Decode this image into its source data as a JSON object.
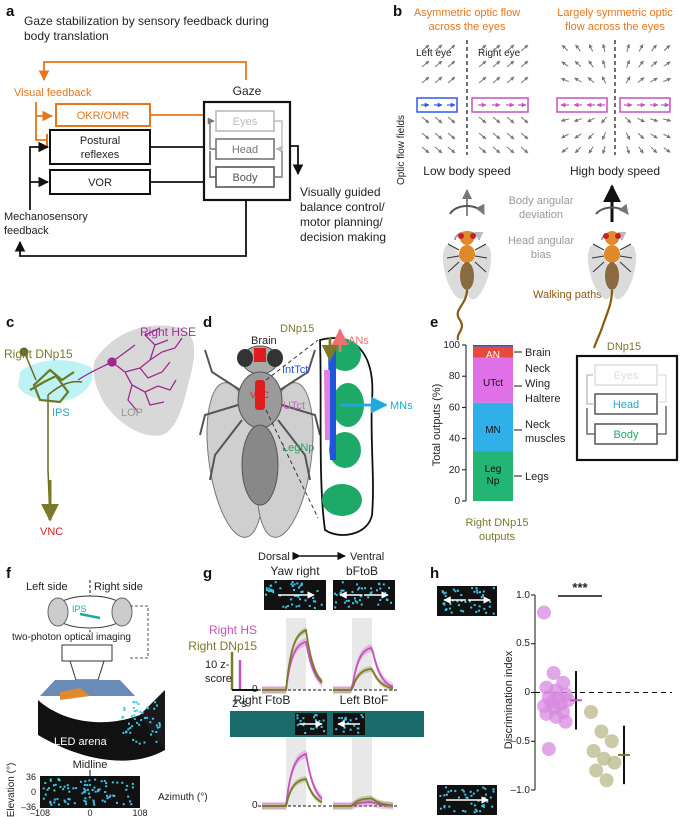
{
  "colors": {
    "orange": "#e8751a",
    "magenta": "#c850c0",
    "olive": "#7a7a2a",
    "teal": "#1a6b6b",
    "cyan": "#2fb8d8",
    "green": "#22b573",
    "blue": "#2255dd",
    "red": "#e01d1d"
  },
  "panel_a": {
    "label": "a",
    "title_line1": "Gaze stabilization by sensory feedback during",
    "title_line2": "body translation",
    "visual_feedback": "Visual feedback",
    "okr_omr": "OKR/OMR",
    "postural_1": "Postural",
    "postural_2": "reflexes",
    "vor": "VOR",
    "gaze": "Gaze",
    "eyes": "Eyes",
    "head": "Head",
    "body": "Body",
    "mechano_1": "Mechanosensory",
    "mechano_2": "feedback",
    "output_1": "Visually guided",
    "output_2": "balance control/",
    "output_3": "motor planning/",
    "output_4": "decision making"
  },
  "panel_b": {
    "label": "b",
    "asym_1": "Asymmetric optic flow",
    "asym_2": "across the eyes",
    "sym_1": "Largely symmetric optic",
    "sym_2": "flow across the eyes",
    "left_eye": "Left eye",
    "right_eye": "Right eye",
    "fields_label": "Optic flow fields",
    "low_speed": "Low body speed",
    "high_speed": "High body speed",
    "angular_dev_1": "Body angular",
    "angular_dev_2": "deviation",
    "head_bias_1": "Head angular",
    "head_bias_2": "bias",
    "walking": "Walking paths"
  },
  "panel_c": {
    "label": "c",
    "right_hse": "Right HSE",
    "right_dnp15": "Right DNp15",
    "ips": "IPS",
    "lop": "LOP",
    "vnc": "VNC"
  },
  "panel_d": {
    "label": "d",
    "brain": "Brain",
    "vnc": "VNC",
    "dnp15": "DNp15",
    "ans": "ANs",
    "inttct": "IntTct",
    "utct": "UTct",
    "mns": "MNs",
    "legnp": "LegNp",
    "dorsal": "Dorsal",
    "ventral": "Ventral"
  },
  "panel_e": {
    "label": "e",
    "ylabel": "Total outputs (%)",
    "xlabel_1": "Right DNp15",
    "xlabel_2": "outputs",
    "seg_an": "AN",
    "seg_utct": "UTct",
    "seg_mn": "MN",
    "seg_leg_1": "Leg",
    "seg_leg_2": "Np",
    "brain": "Brain",
    "neck": "Neck",
    "wing": "Wing",
    "haltere": "Haltere",
    "neck_muscles_1": "Neck",
    "neck_muscles_2": "muscles",
    "legs": "Legs",
    "box_title": "DNp15",
    "box_eyes": "Eyes",
    "box_head": "Head",
    "box_body": "Body"
  },
  "chart_data": [
    {
      "type": "bar",
      "stacked": true,
      "categories": [
        "Right DNp15 outputs"
      ],
      "series": [
        {
          "name": "Leg Np",
          "values": [
            32
          ]
        },
        {
          "name": "MN",
          "values": [
            31
          ]
        },
        {
          "name": "UTct",
          "values": [
            29
          ]
        },
        {
          "name": "AN",
          "values": [
            7
          ]
        },
        {
          "name": "Brain",
          "values": [
            1
          ]
        }
      ],
      "ylabel": "Total outputs (%)",
      "xlabel": "Right DNp15 outputs",
      "ylim": [
        0,
        100
      ],
      "yticks": [
        0,
        20,
        40,
        60,
        80,
        100
      ]
    },
    {
      "type": "scatter",
      "ylabel": "Discrimination index",
      "ylim": [
        -1.0,
        1.0
      ],
      "yticks": [
        -1.0,
        -0.5,
        0,
        0.5,
        1.0
      ],
      "yticklabels": [
        "–1.0",
        "–0.5",
        "0",
        "0.5",
        "1.0"
      ],
      "significance": "***",
      "series": [
        {
          "name": "Right HS",
          "color": "#d88ae0",
          "mean": -0.08,
          "values": [
            0.82,
            0.2,
            0.1,
            0.05,
            0.02,
            -0.02,
            -0.05,
            -0.06,
            -0.08,
            -0.1,
            -0.12,
            -0.14,
            -0.16,
            -0.2,
            -0.22,
            -0.25,
            -0.3,
            -0.58
          ]
        },
        {
          "name": "Right DNp15",
          "color": "#b8b888",
          "mean": -0.64,
          "values": [
            -0.2,
            -0.4,
            -0.5,
            -0.6,
            -0.68,
            -0.72,
            -0.8,
            -0.9
          ]
        }
      ]
    }
  ],
  "panel_f": {
    "label": "f",
    "left_side": "Left side",
    "right_side": "Right side",
    "ips": "IPS",
    "imaging": "two-photon optical imaging",
    "led_arena": "LED arena",
    "midline": "Midline",
    "elevation": "Elevation (°)",
    "azimuth": "Azimuth (°)",
    "yt_36": "36",
    "yt_0": "0",
    "yt_m36": "–36",
    "xt_m108": "–108",
    "xt_0": "0",
    "xt_108": "108"
  },
  "panel_g": {
    "label": "g",
    "yaw_right": "Yaw right",
    "bftob": "bFtoB",
    "right_ftob": "Right FtoB",
    "left_btof": "Left BtoF",
    "right_hs": "Right HS",
    "right_dnp15": "Right DNp15",
    "scale_1": "10 z-",
    "scale_2": "score",
    "zero": "0",
    "time_scale": "2 s"
  },
  "panel_h": {
    "label": "h",
    "ylabel": "Discrimination index",
    "sig": "***",
    "yt_1": "1.0",
    "yt_05": "0.5",
    "yt_0": "0",
    "yt_m05": "–0.5",
    "yt_m1": "–1.0"
  }
}
